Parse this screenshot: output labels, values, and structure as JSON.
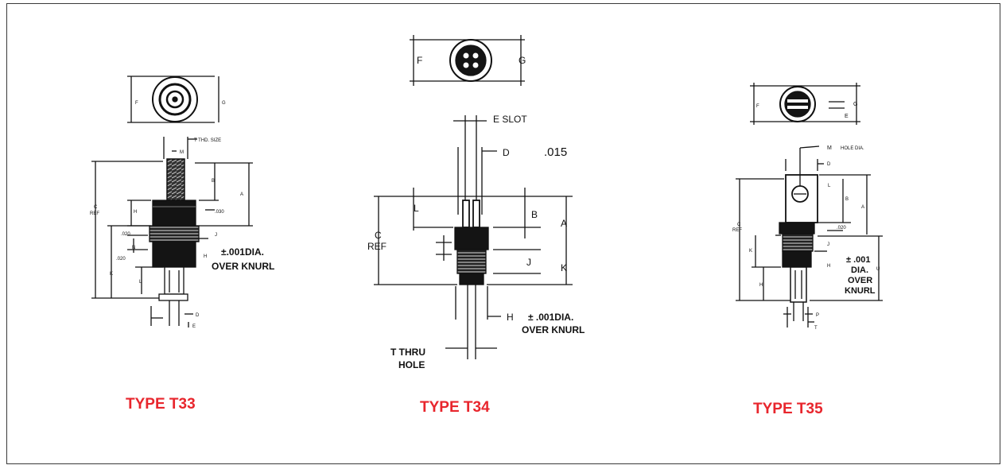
{
  "accent_color": "#e8262d",
  "types": [
    {
      "title": "TYPE T33"
    },
    {
      "title": "TYPE T34"
    },
    {
      "title": "TYPE T35"
    }
  ],
  "t33": {
    "f": "F",
    "g": "G",
    "t_thd": "T  THD. SIZE",
    "m": "M",
    "c_ref_1": "C",
    "c_ref_2": "REF",
    "b": "B",
    "a": "A",
    "dim_030": ".030",
    "h": "H",
    "j": "J",
    "dim_020_a": ".020",
    "n": "N",
    "dim_020_b": ".020",
    "h2": "H",
    "k": "K",
    "l": "L",
    "d": "D",
    "e": "E",
    "knurl_1": "±.001DIA.",
    "knurl_2": "OVER KNURL"
  },
  "t34": {
    "f": "F",
    "g": "G",
    "e_slot": "E SLOT",
    "d": "D",
    "dim_015": ".015",
    "c_ref_1": "C",
    "c_ref_2": "REF",
    "l": "L",
    "b": "B",
    "a": "A",
    "j": "J",
    "k": "K",
    "h": "H",
    "knurl_1": "± .001DIA.",
    "knurl_2": "OVER KNURL",
    "thru_1": "T THRU",
    "thru_2": "HOLE"
  },
  "t35": {
    "f": "F",
    "g": "G",
    "e": "E",
    "m": "M",
    "hole_dia": "HOLE DIA.",
    "d": "D",
    "c_ref_1": "C",
    "c_ref_2": "REF",
    "l": "L",
    "b": "B",
    "a": "A",
    "dim_020": ".020",
    "k": "K",
    "j": "J",
    "h": "H",
    "h2": "H",
    "u": "U",
    "p": "P",
    "t": "T",
    "knurl_1": "± .001",
    "knurl_2": "DIA.",
    "knurl_3": "OVER",
    "knurl_4": "KNURL"
  }
}
